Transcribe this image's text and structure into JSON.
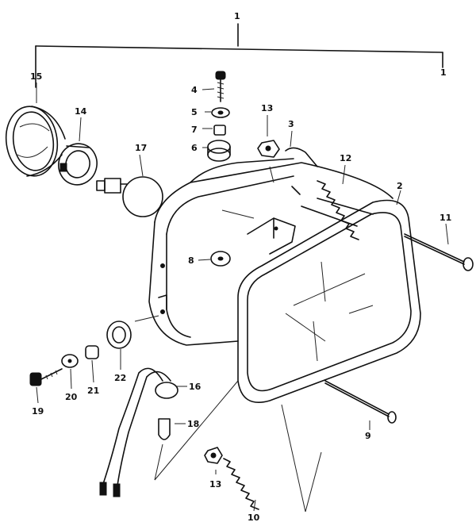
{
  "diagram": {
    "callouts": [
      {
        "id": "c1",
        "text": "1"
      },
      {
        "id": "c1r",
        "text": "1"
      },
      {
        "id": "c2",
        "text": "2"
      },
      {
        "id": "c3",
        "text": "3"
      },
      {
        "id": "c4",
        "text": "4"
      },
      {
        "id": "c5",
        "text": "5"
      },
      {
        "id": "c6",
        "text": "6"
      },
      {
        "id": "c7",
        "text": "7"
      },
      {
        "id": "c8",
        "text": "8"
      },
      {
        "id": "c9",
        "text": "9"
      },
      {
        "id": "c10",
        "text": "10"
      },
      {
        "id": "c11",
        "text": "11"
      },
      {
        "id": "c12",
        "text": "12"
      },
      {
        "id": "c13a",
        "text": "13"
      },
      {
        "id": "c13b",
        "text": "13"
      },
      {
        "id": "c14",
        "text": "14"
      },
      {
        "id": "c15",
        "text": "15"
      },
      {
        "id": "c16",
        "text": "16"
      },
      {
        "id": "c17",
        "text": "17"
      },
      {
        "id": "c18",
        "text": "18"
      },
      {
        "id": "c19",
        "text": "19"
      },
      {
        "id": "c20",
        "text": "20"
      },
      {
        "id": "c21",
        "text": "21"
      },
      {
        "id": "c22",
        "text": "22"
      }
    ]
  }
}
